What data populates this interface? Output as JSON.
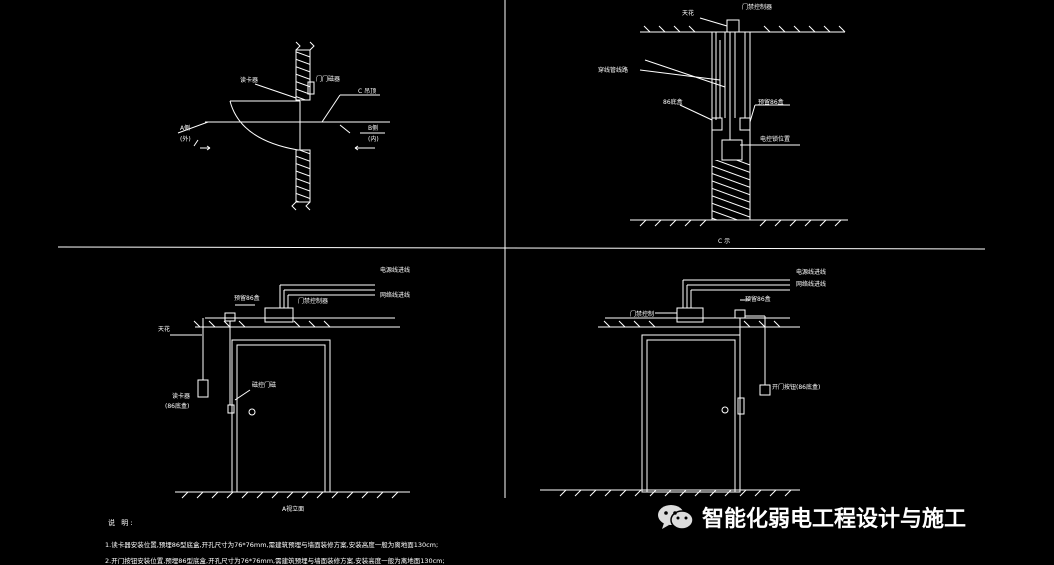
{
  "labels": {
    "tl_card_reader": "读卡器",
    "tl_door_magnet": "门门磁器",
    "tl_c_ceiling": "C 吊顶",
    "tl_left_dir": "A侧",
    "tl_left_dir2": "(外)",
    "tl_right_dir": "B侧",
    "tl_right_dir2": "(内)",
    "tr_ceiling": "天花",
    "tr_controller": "门禁控制器",
    "tr_conduit": "穿线管线路",
    "tr_86box_left": "86底盒",
    "tr_86box_right": "预留86盒",
    "tr_lock": "电控锁位置",
    "tr_caption": "C 示",
    "bl_power": "电源线进线",
    "bl_network": "网络线进线",
    "bl_86box": "预留86盒",
    "bl_controller": "门禁控制器",
    "bl_ceiling": "天花",
    "bl_reader": "读卡器",
    "bl_reader2": "(86底盒)",
    "bl_magnet": "磁控门磁",
    "bl_caption": "A视立面",
    "br_power": "电源线进线",
    "br_network": "网络线进线",
    "br_86box": "预留86盒",
    "br_controller": "门禁控制",
    "br_button": "开门按钮(86底盒)"
  },
  "notes": {
    "title": "说 明:",
    "line1": "1.读卡器安装位置,预埋86型底盒,开孔尺寸为76*76mm,需建筑预埋与墙面装修方案,安装高度一般为离地面130cm;",
    "line2": "2.开门按钮安装位置,预埋86型底盒,开孔尺寸为76*76mm,需建筑预埋与墙面装修方案,安装高度一般为离地面130cm;"
  },
  "watermark": {
    "text": "智能化弱电工程设计与施工",
    "icon": "wechat-icon"
  },
  "colors": {
    "background": "#000000",
    "line": "#ffffff"
  }
}
